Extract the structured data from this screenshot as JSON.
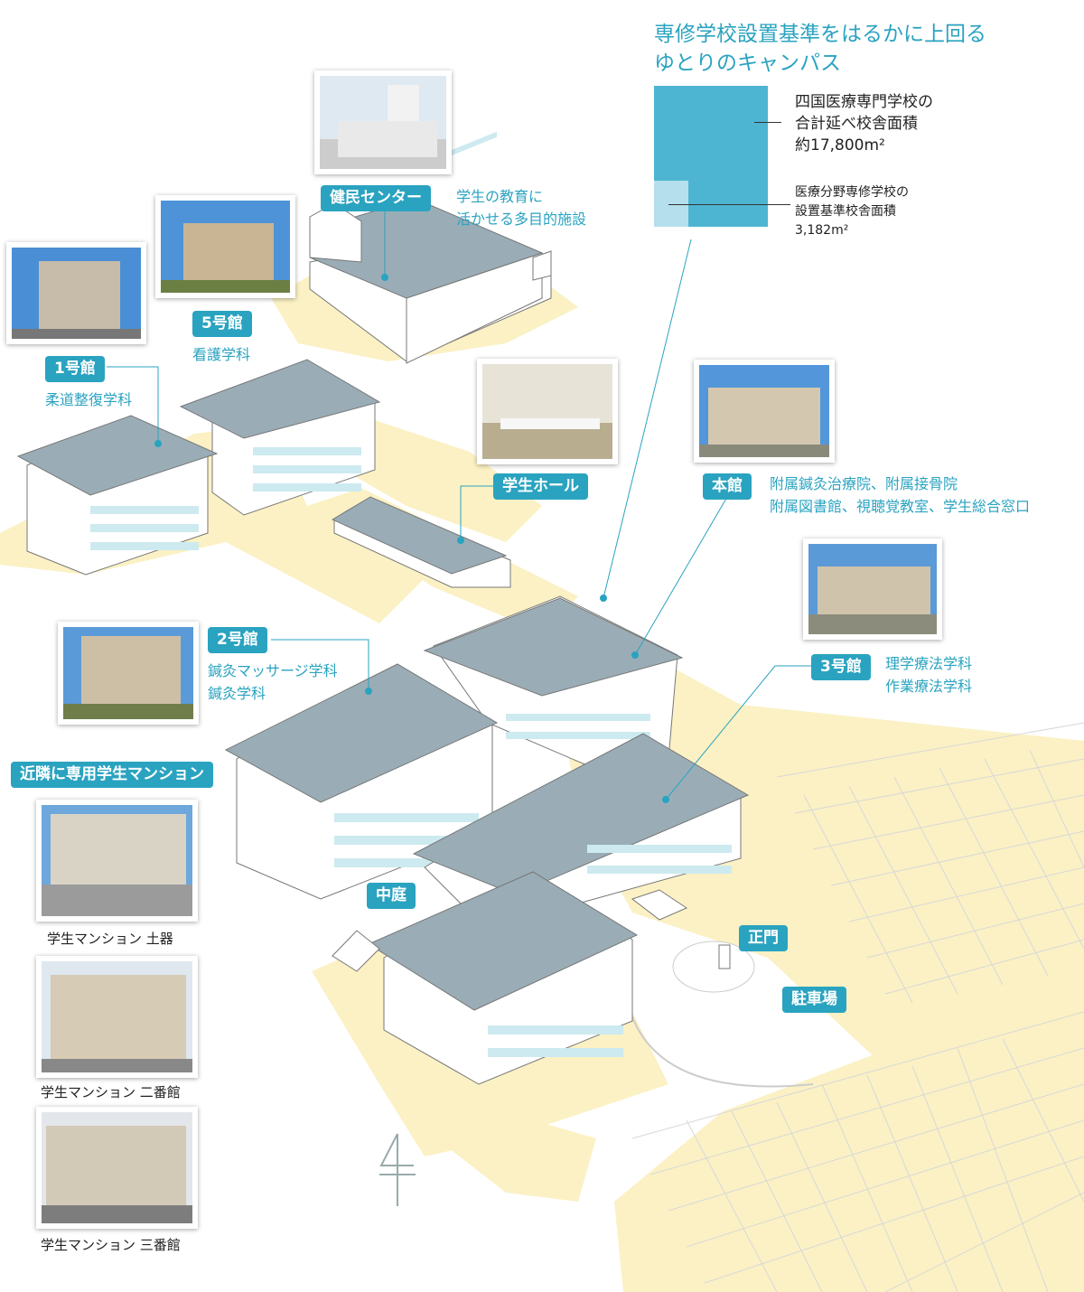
{
  "headline": [
    "専修学校設置基準をはるかに上回る",
    "ゆとりのキャンパス"
  ],
  "comparison": {
    "school_lines": [
      "四国医療専門学校の",
      "合計延べ校舎面積",
      "約17,800m²"
    ],
    "standard_lines": [
      "医療分野専修学校の",
      "設置基準校舎面積",
      "3,182m²"
    ],
    "school_area_m2": 17800,
    "standard_area_m2": 3182
  },
  "buildings": {
    "kenmin": {
      "name": "健民センター",
      "note": [
        "学生の教育に",
        "活かせる多目的施設"
      ]
    },
    "bldg5": {
      "name": "5号館",
      "note": [
        "看護学科"
      ]
    },
    "bldg1": {
      "name": "1号館",
      "note": [
        "柔道整復学科"
      ]
    },
    "hall": {
      "name": "学生ホール"
    },
    "main": {
      "name": "本館",
      "note": [
        "附属鍼灸治療院、附属接骨院",
        "附属図書館、視聴覚教室、学生総合窓口"
      ]
    },
    "bldg2": {
      "name": "2号館",
      "note": [
        "鍼灸マッサージ学科",
        "鍼灸学科"
      ]
    },
    "bldg3": {
      "name": "3号館",
      "note": [
        "理学療法学科",
        "作業療法学科"
      ]
    }
  },
  "places": {
    "courtyard": "中庭",
    "main_gate": "正門",
    "parking": "駐車場"
  },
  "mansions": {
    "heading": "近隣に専用学生マンション",
    "items": [
      "学生マンション 土器",
      "学生マンション 二番館",
      "学生マンション 三番館"
    ]
  },
  "colors": {
    "accent": "#2aa3c0",
    "ground": "#fbf1c4",
    "roof": "#9aadb6",
    "window": "#cdeaf0"
  }
}
